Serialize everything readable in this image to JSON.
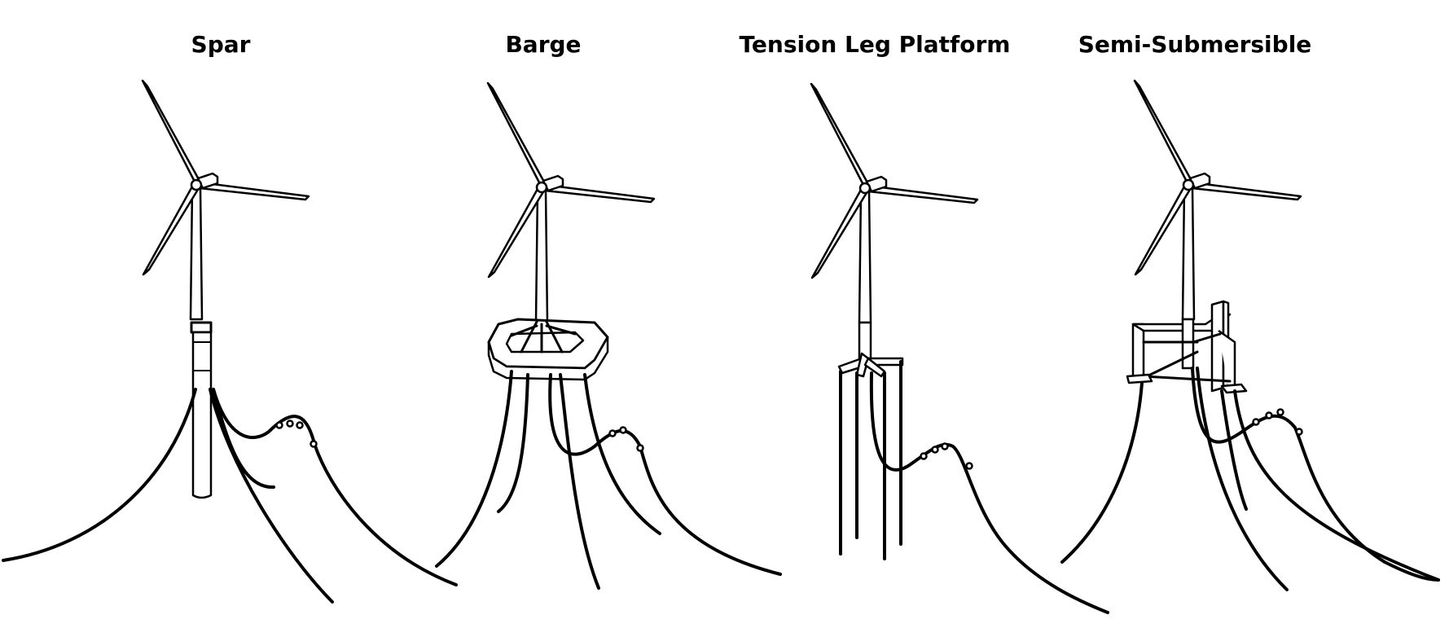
{
  "panels": [
    {
      "id": "spar",
      "title": "Spar"
    },
    {
      "id": "barge",
      "title": "Barge"
    },
    {
      "id": "tlp",
      "title": "Tension Leg Platform"
    },
    {
      "id": "semi",
      "title": "Semi-Submersible"
    }
  ],
  "colors": {
    "line": "#000000",
    "background": "#ffffff"
  }
}
